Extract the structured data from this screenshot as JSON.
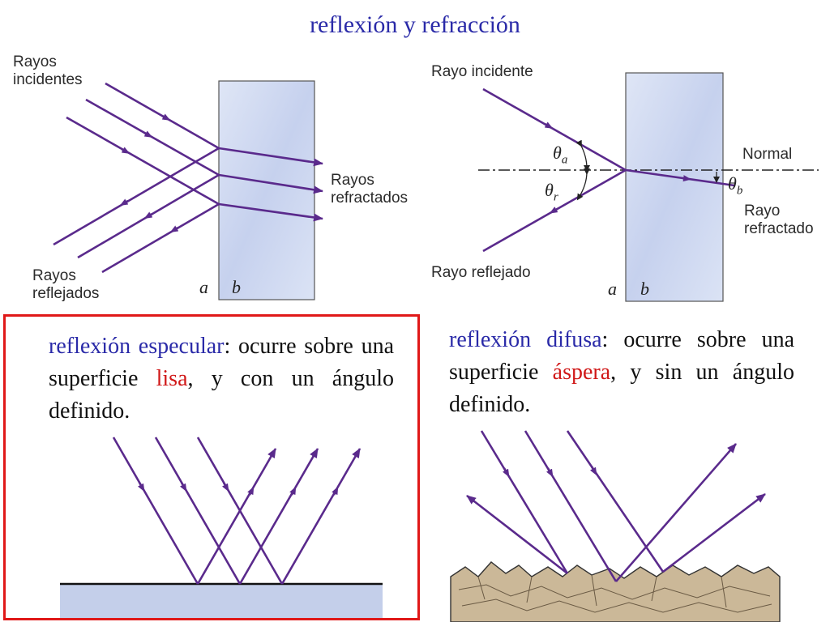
{
  "title": "reflexión y refracción",
  "left_diagram": {
    "incident_label_1": "Rayos",
    "incident_label_2": "incidentes",
    "refracted_label_1": "Rayos",
    "refracted_label_2": "refractados",
    "reflected_label_1": "Rayos",
    "reflected_label_2": "reflejados",
    "medium_a": "a",
    "medium_b": "b"
  },
  "right_diagram": {
    "incident_label": "Rayo incidente",
    "reflected_label": "Rayo reflejado",
    "normal_label": "Normal",
    "refracted_label_1": "Rayo",
    "refracted_label_2": "refractado",
    "theta_a": "θa",
    "theta_r": "θr",
    "theta_b": "θb",
    "medium_a": "a",
    "medium_b": "b"
  },
  "specular": {
    "term": "reflexión especular",
    "text_1": ": ocurre sobre una superficie ",
    "surface": "lisa",
    "text_2": ", y con un ángulo definido."
  },
  "diffuse": {
    "term": "reflexión difusa",
    "text_1": ": ocurre sobre una superficie ",
    "surface": "áspera",
    "text_2": ", y sin un ángulo definido."
  },
  "colors": {
    "ray": "#5a2a8c",
    "title": "#2a2aa8",
    "highlight": "#d01818",
    "glass": "#c8d4ee"
  }
}
